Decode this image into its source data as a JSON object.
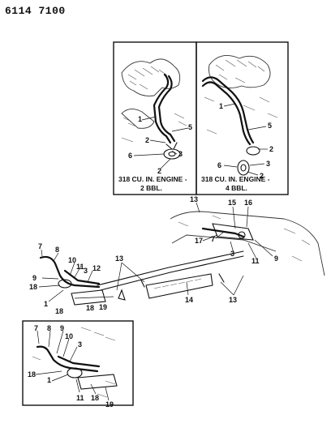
{
  "doc_code": "6114 7100",
  "insets": {
    "left_caption_line1": "318 CU. IN. ENGINE -",
    "left_caption_line2": "2 BBL.",
    "right_caption_line1": "318 CU. IN. ENGINE -",
    "right_caption_line2": "4 BBL."
  },
  "callouts": {
    "l1": "1",
    "l2a": "2",
    "l2b": "2",
    "l3": "3",
    "l5": "5",
    "l6": "6",
    "r1": "1",
    "r2": "2",
    "r3": "3",
    "r5": "5",
    "r6": "6",
    "r2b": "2",
    "m13a": "13",
    "m15": "15",
    "m16": "16",
    "m17": "17",
    "m7": "7",
    "m3": "3",
    "m11": "11",
    "m9": "9",
    "a7": "7",
    "a8": "8",
    "a9": "9",
    "a10": "10",
    "a11": "11",
    "a3": "3",
    "a12": "12",
    "a13": "13",
    "a18a": "18",
    "a1": "1",
    "a18b": "18",
    "a18c": "18",
    "a19": "19",
    "a14": "14",
    "a13b": "13",
    "b7": "7",
    "b8": "8",
    "b9": "9",
    "b10": "10",
    "b3": "3",
    "b18a": "18",
    "b1": "1",
    "b11": "11",
    "b18b": "18",
    "b19": "19"
  }
}
